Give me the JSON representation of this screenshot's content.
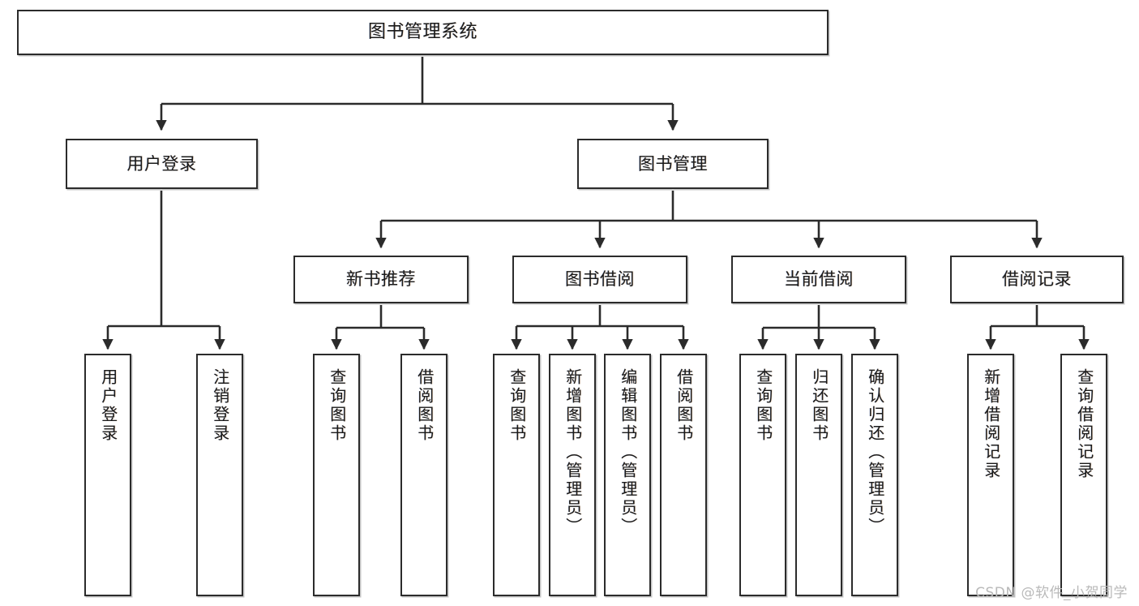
{
  "diagram": {
    "title": "图书管理系统",
    "type": "tree-hierarchy-chart",
    "watermark": "CSDN @软件_小贺同学",
    "accent_border_color": "#2b2b2b",
    "background_color": "#ffffff",
    "levels": [
      {
        "level": 0,
        "nodes": [
          {
            "id": "root",
            "label": "图书管理系统"
          }
        ]
      },
      {
        "level": 1,
        "nodes": [
          {
            "id": "login",
            "label": "用户登录"
          },
          {
            "id": "bookmgmt",
            "label": "图书管理"
          }
        ]
      },
      {
        "level": 2,
        "nodes": [
          {
            "id": "newbook",
            "label": "新书推荐"
          },
          {
            "id": "borrow",
            "label": "图书借阅"
          },
          {
            "id": "current",
            "label": "当前借阅"
          },
          {
            "id": "record",
            "label": "借阅记录"
          }
        ]
      },
      {
        "level": 3,
        "nodes": [
          {
            "id": "leaf1",
            "label": "用户登录"
          },
          {
            "id": "leaf2",
            "label": "注销登录"
          },
          {
            "id": "leaf3",
            "label": "查询图书"
          },
          {
            "id": "leaf4",
            "label": "借阅图书"
          },
          {
            "id": "leaf5",
            "label": "查询图书"
          },
          {
            "id": "leaf6",
            "label": "新增图书（管理员）"
          },
          {
            "id": "leaf7",
            "label": "编辑图书（管理员）"
          },
          {
            "id": "leaf8",
            "label": "借阅图书"
          },
          {
            "id": "leaf9",
            "label": "查询图书"
          },
          {
            "id": "leaf10",
            "label": "归还图书"
          },
          {
            "id": "leaf11",
            "label": "确认归还（管理员）"
          },
          {
            "id": "leaf12",
            "label": "新增借阅记录"
          },
          {
            "id": "leaf13",
            "label": "查询借阅记录"
          }
        ]
      }
    ]
  }
}
